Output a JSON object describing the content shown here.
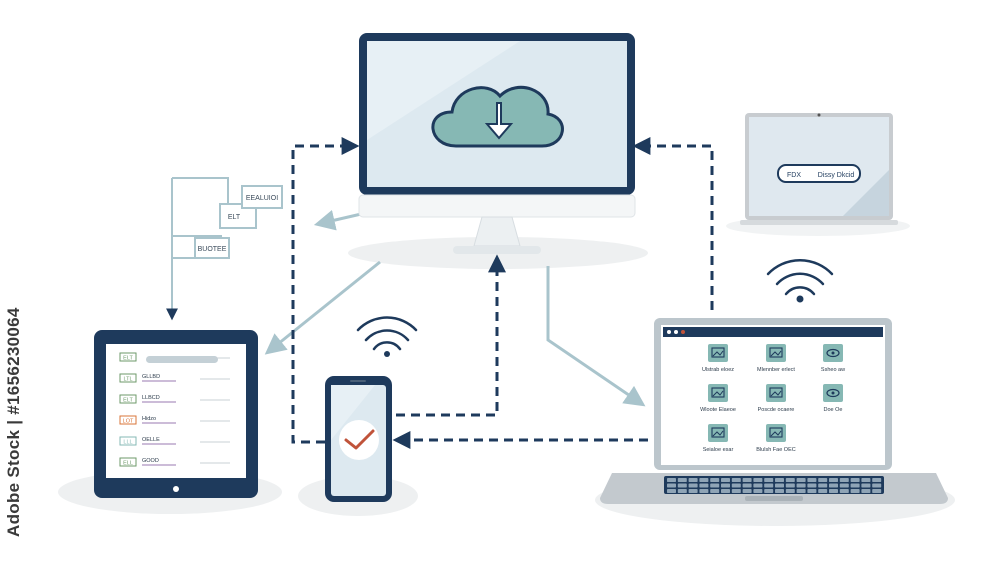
{
  "colors": {
    "navy": "#1e3a5c",
    "screen": "#dde9f0",
    "teal": "#86b8b4",
    "connector": "#a9c4cc",
    "dash": "#1e3a5c",
    "check": "#c0533a",
    "shadow": "#eef0f1"
  },
  "watermark": "Adobe Stock | #1656230064",
  "monitor": {
    "icon": "cloud-download-icon"
  },
  "small_laptop": {
    "left_label": "FDX",
    "right_label": "Dissy Dkcid"
  },
  "flow_labels": {
    "top": "EEALUIOI",
    "middle": "ELT",
    "bottom": "BUOTEE"
  },
  "tablet": {
    "rows": [
      {
        "tag": "ELT",
        "text": ""
      },
      {
        "tag": "LTL",
        "text": "GLLBD"
      },
      {
        "tag": "ELT",
        "text": "LLBCD"
      },
      {
        "tag": "LOT",
        "text": "Hidzo"
      },
      {
        "tag": "LLL",
        "text": "OELLE"
      },
      {
        "tag": "ELL",
        "text": "GOOD"
      }
    ]
  },
  "laptop": {
    "apps": [
      {
        "label": "Ulstrab eloez",
        "icon": "image-icon"
      },
      {
        "label": "Mlennber erlect",
        "icon": "image-icon"
      },
      {
        "label": "Ssheo aw",
        "icon": "eye-icon"
      },
      {
        "label": "Wloote Elaeoe",
        "icon": "image-icon"
      },
      {
        "label": "Poscde ocaere",
        "icon": "image-icon"
      },
      {
        "label": "Doe Oe",
        "icon": "eye-icon"
      },
      {
        "label": "Seialoe esar",
        "icon": "image-icon"
      },
      {
        "label": "Blulsh Fae OEC",
        "icon": "image-icon"
      }
    ]
  }
}
